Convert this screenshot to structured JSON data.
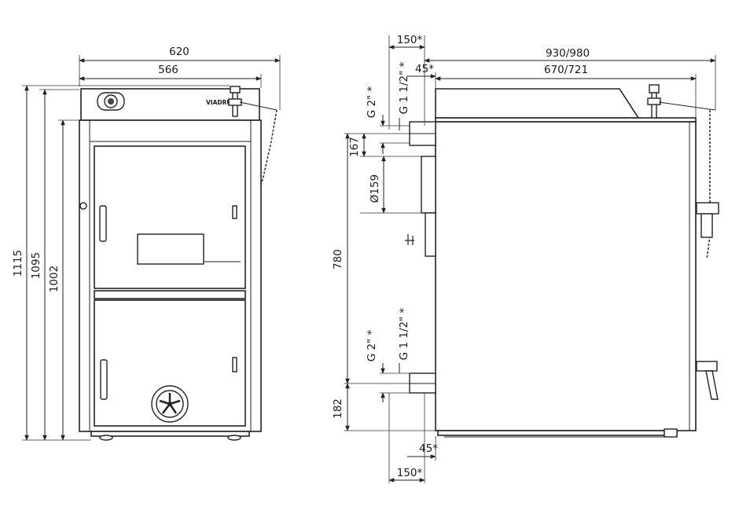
{
  "front_view": {
    "brand_plate": "VIADRUS",
    "width_overall": "620",
    "width_inner": "566",
    "height_overall": "1115",
    "height_mid": "1095",
    "height_inner": "1002"
  },
  "side_view": {
    "top_offset": "150*",
    "outlet_thread": "G 1 1/2\" *",
    "outlet_offset": "45*",
    "depth_overall": "930/980",
    "depth_body": "670/721",
    "top_pipe_thread": "G 2\" *",
    "flue_height": "167",
    "flue_diameter": "Ø159",
    "return_height": "780",
    "bottom_pipe_thread": "G 2\" *",
    "bottom_outlet_thread": "G 1 1/2\" *",
    "bottom_height": "182",
    "bottom_offset": "45*",
    "bottom_depth": "150*"
  }
}
